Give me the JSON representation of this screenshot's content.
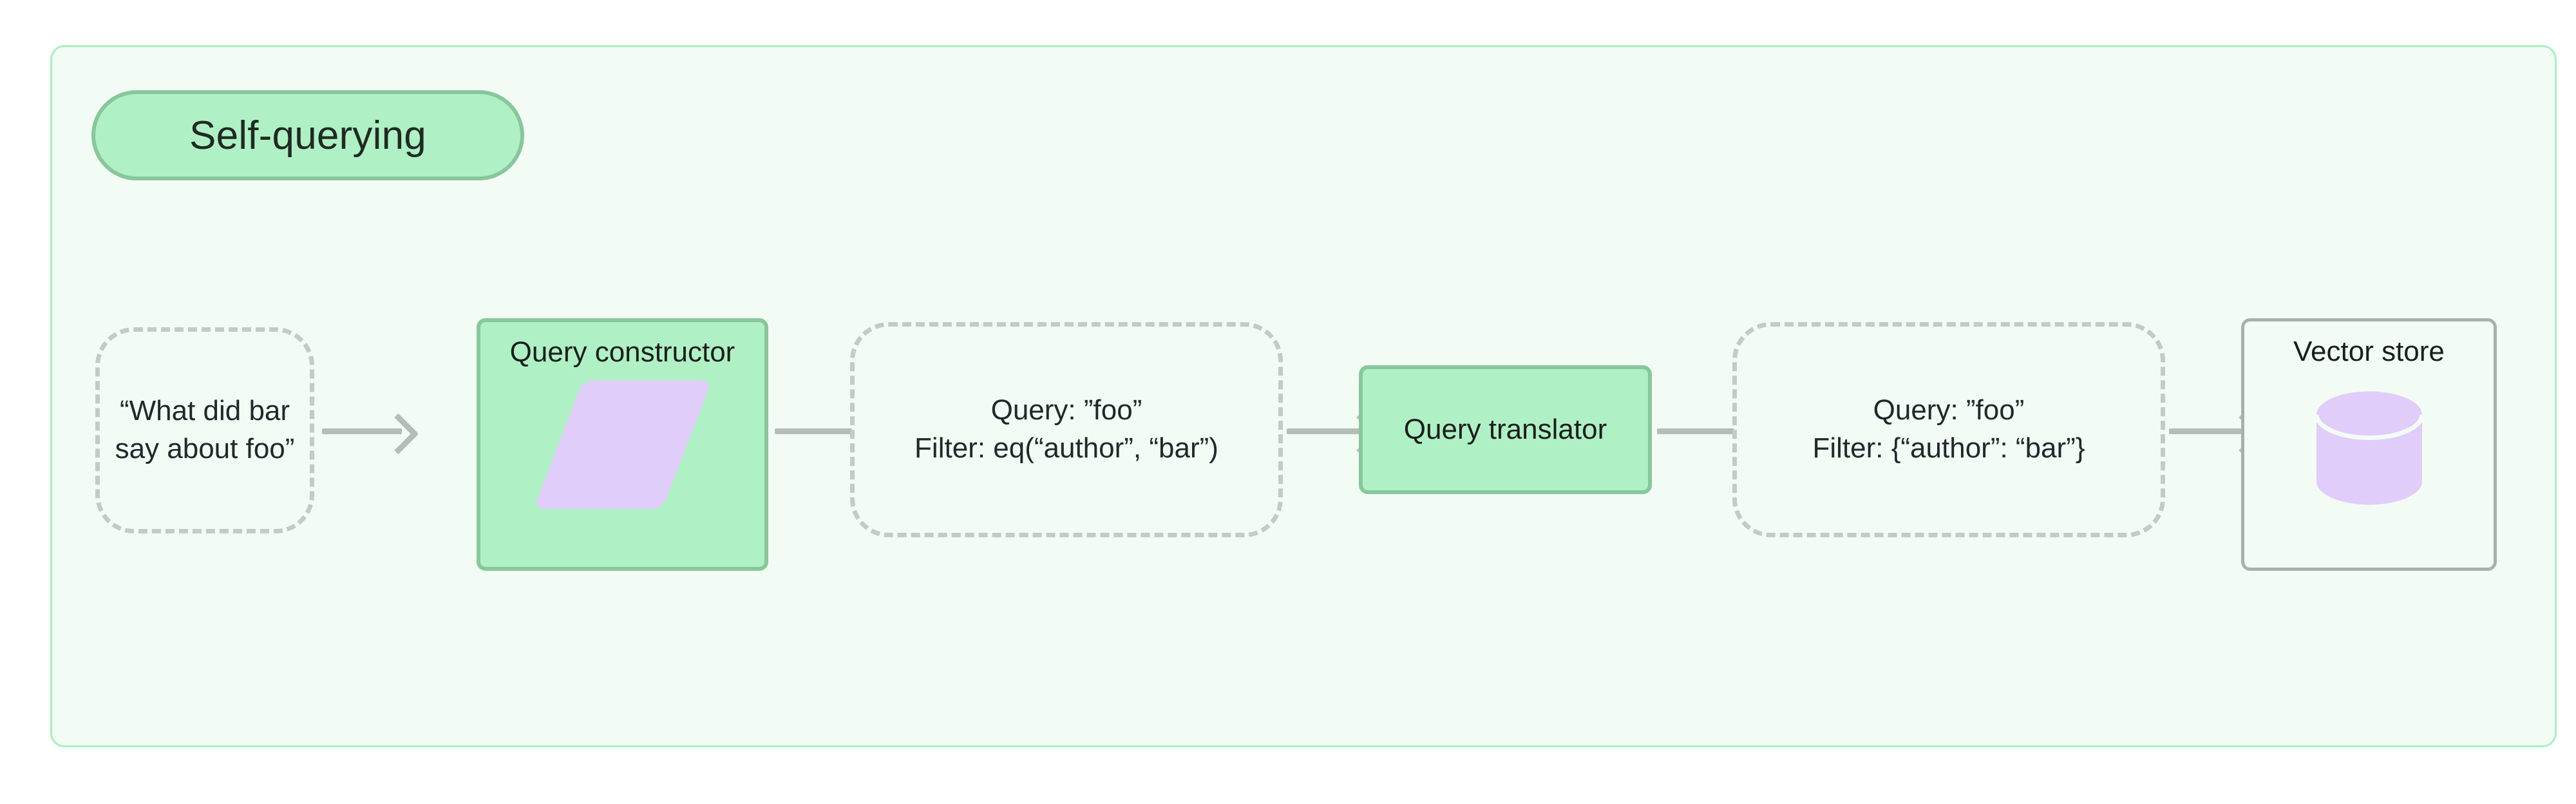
{
  "diagram": {
    "title": "Self-querying",
    "background_color": "#f2fbf4",
    "border_color": "#a9f0bf",
    "accent_green": "#b0f0c5",
    "accent_green_border": "#87c79b",
    "accent_purple": "#e0cdfa",
    "connector_color": "#b6bdb9",
    "dashed_border_color": "#c2cbc6"
  },
  "nodes": [
    {
      "id": "user-question",
      "kind": "dashed",
      "text": "“What did bar\nsay about foo”"
    },
    {
      "id": "query-constructor",
      "kind": "green-process",
      "label": "Query constructor",
      "icon": "llm-parallelogram-icon"
    },
    {
      "id": "structured-query",
      "kind": "dashed",
      "text": "Query: ”foo”\nFilter: eq(“author”, “bar”)"
    },
    {
      "id": "query-translator",
      "kind": "green-process",
      "label": "Query translator"
    },
    {
      "id": "translated-query",
      "kind": "dashed",
      "text": "Query: ”foo”\nFilter: {“author”: “bar”}"
    },
    {
      "id": "vector-store",
      "kind": "store",
      "label": "Vector store",
      "icon": "database-cylinder-icon"
    }
  ],
  "connectors": [
    {
      "from": "user-question",
      "to": "query-constructor",
      "arrowhead": true
    },
    {
      "from": "query-constructor",
      "to": "structured-query",
      "arrowhead": false
    },
    {
      "from": "structured-query",
      "to": "query-translator",
      "arrowhead": true
    },
    {
      "from": "query-translator",
      "to": "translated-query",
      "arrowhead": false
    },
    {
      "from": "translated-query",
      "to": "vector-store",
      "arrowhead": true
    }
  ]
}
